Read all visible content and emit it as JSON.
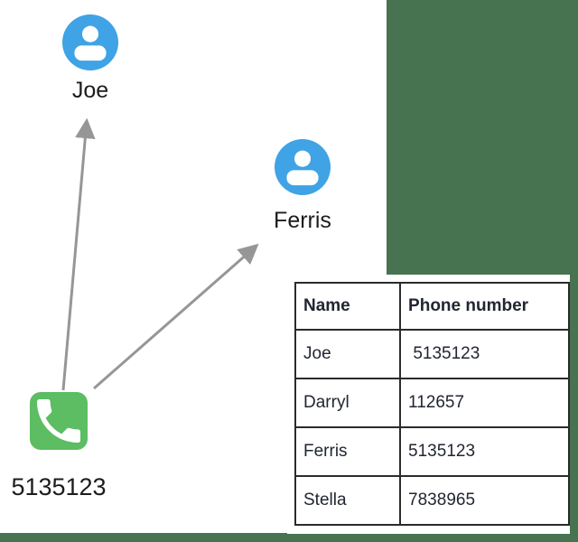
{
  "diagram": {
    "nodes": [
      {
        "id": "joe",
        "type": "person",
        "label": "Joe"
      },
      {
        "id": "ferris",
        "type": "person",
        "label": "Ferris"
      },
      {
        "id": "caller",
        "type": "phone",
        "label": "5135123"
      }
    ],
    "edges": [
      {
        "from": "caller",
        "to": "joe"
      },
      {
        "from": "caller",
        "to": "ferris"
      }
    ]
  },
  "table": {
    "headers": [
      "Name",
      "Phone number"
    ],
    "rows": [
      [
        "Joe",
        " 5135123"
      ],
      [
        "Darryl",
        "112657"
      ],
      [
        "Ferris",
        "5135123"
      ],
      [
        "Stella",
        "7838965"
      ]
    ]
  },
  "colors": {
    "background": "#487350",
    "panel": "#ffffff",
    "person_icon": "#3FA3E5",
    "phone_icon": "#5CBD63",
    "arrow": "#969696",
    "label_text": "#1c1c1c",
    "table_border": "#2b2b2b",
    "table_text": "#212631"
  }
}
